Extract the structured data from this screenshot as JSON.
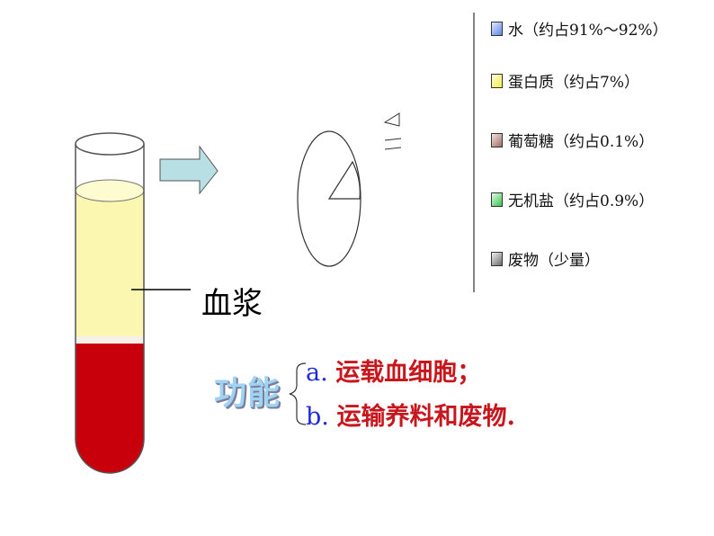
{
  "legend": [
    {
      "label": "水（约占91%～92%）",
      "color": "#5f86e6",
      "icon": "blue-swatch"
    },
    {
      "label": "蛋白质（约占7%）",
      "color": "#f2ee4a",
      "icon": "yellow-swatch"
    },
    {
      "label": "葡萄糖（约占0.1%）",
      "color": "#9e6c68",
      "icon": "brown-swatch"
    },
    {
      "label": "无机盐（约占0.9%）",
      "color": "#39c44f",
      "icon": "green-swatch"
    },
    {
      "label": "废物（少量）",
      "color": "#6b6b6b",
      "icon": "gray-swatch"
    }
  ],
  "tube": {
    "label": "血浆",
    "plasma_color": "#fbf7b0",
    "cells_color": "#c8000c",
    "arrow_color": "#b7dfe4"
  },
  "function": {
    "title": "功能",
    "items": [
      {
        "letter": "a.",
        "text": "运载血细胞；"
      },
      {
        "letter": "b.",
        "text": "运输养料和废物."
      }
    ]
  }
}
